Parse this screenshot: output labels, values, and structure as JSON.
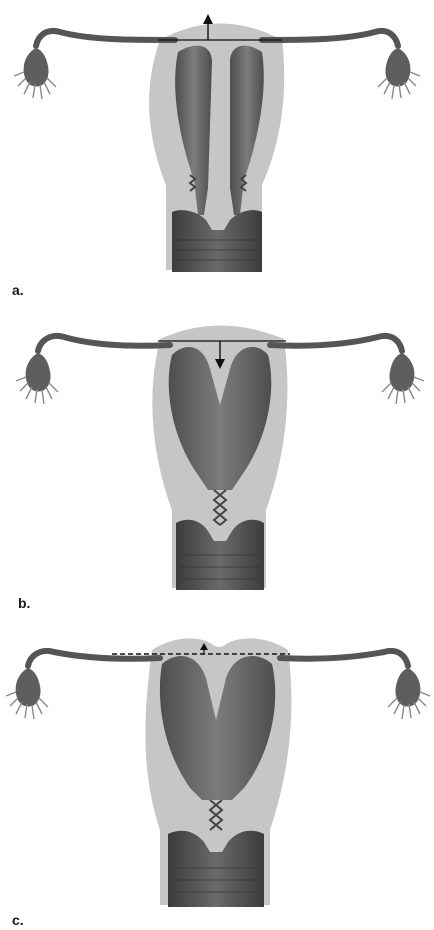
{
  "figure": {
    "panels": [
      {
        "label": "a."
      },
      {
        "label": "b."
      },
      {
        "label": "c."
      }
    ]
  },
  "colors": {
    "body_fill": "#c6c6c6",
    "tissue": "#5c5c5c",
    "tissue_light": "#8a8a8a",
    "vagina": "#4d4d4d",
    "line": "#111111"
  }
}
